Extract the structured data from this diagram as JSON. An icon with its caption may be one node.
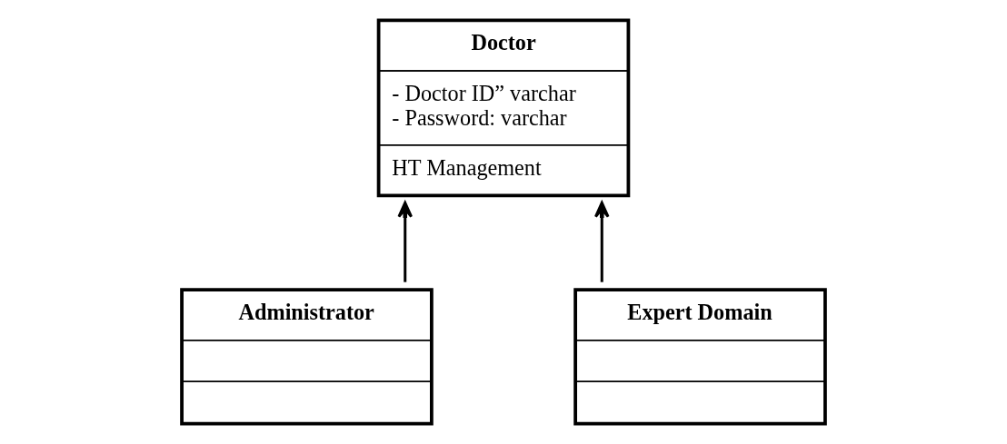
{
  "diagram": {
    "nodes": [
      {
        "text": [
          "Doctor",
          "- Doctor ID” varchar - Password: varchar",
          "HT Management"
        ]
      },
      {
        "text": [
          "Administrator"
        ]
      },
      {
        "text": [
          "Expert Domain"
        ]
      }
    ],
    "edges": [
      {
        "from": 1,
        "to": 0,
        "arrow": "to"
      },
      {
        "from": 2,
        "to": 0,
        "arrow": "to"
      }
    ]
  }
}
